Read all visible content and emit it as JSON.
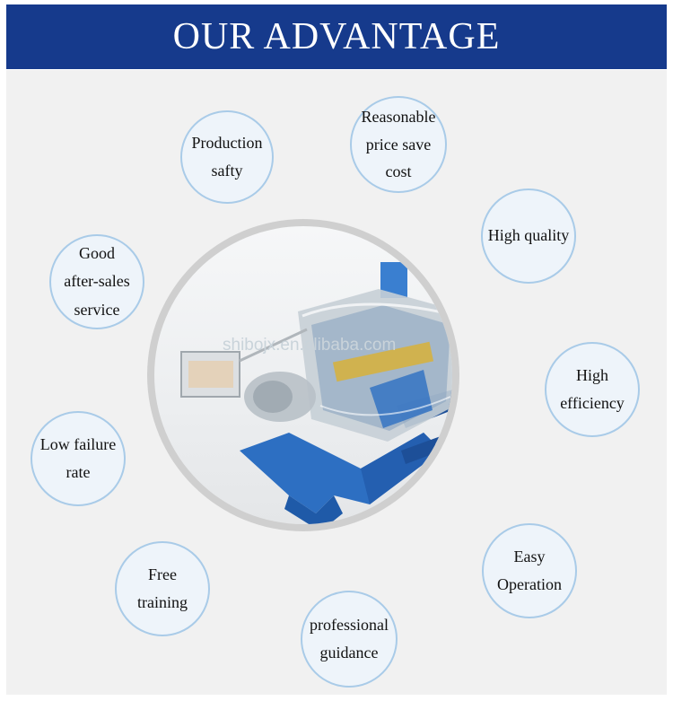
{
  "banner": {
    "title": "OUR ADVANTAGE"
  },
  "watermark": "shibojx.en.alibaba.com",
  "advantages": [
    {
      "lines": [
        "Production",
        "safty"
      ]
    },
    {
      "lines": [
        "Reasonable",
        "price save",
        "cost"
      ]
    },
    {
      "lines": [
        "High quality"
      ]
    },
    {
      "lines": [
        "Good",
        "after-sales",
        "service"
      ]
    },
    {
      "lines": [
        "High",
        "efficiency"
      ]
    },
    {
      "lines": [
        "Low failure",
        "rate"
      ]
    },
    {
      "lines": [
        "Easy",
        "Operation"
      ]
    },
    {
      "lines": [
        "Free",
        "training"
      ]
    },
    {
      "lines": [
        "professional",
        "guidance"
      ]
    }
  ],
  "colors": {
    "banner": "#163a8c",
    "bubble_border": "#a9cbe8",
    "bubble_fill": "#eef4fa",
    "machine_blue": "#2d6fc2"
  }
}
